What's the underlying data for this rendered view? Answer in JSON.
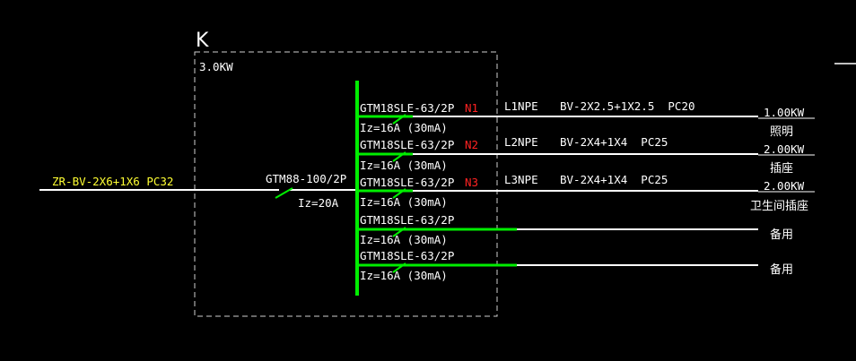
{
  "panel": {
    "id_label": "K",
    "power": "3.0KW"
  },
  "incoming": {
    "cable": "ZR-BV-2X6+1X6 PC32",
    "breaker": "GTM88-100/2P",
    "current": "Iz=20A"
  },
  "circuits": [
    {
      "breaker": "GTM18SLE-63/2P",
      "circuit_no": "N1",
      "setting": "Iz=16A (30mA)",
      "phase": "L1NPE",
      "cable": "BV-2X2.5+1X2.5  PC20",
      "load": "1.00KW",
      "use": "照明"
    },
    {
      "breaker": "GTM18SLE-63/2P",
      "circuit_no": "N2",
      "setting": "Iz=16A (30mA)",
      "phase": "L2NPE",
      "cable": "BV-2X4+1X4  PC25",
      "load": "2.00KW",
      "use": "插座"
    },
    {
      "breaker": "GTM18SLE-63/2P",
      "circuit_no": "N3",
      "setting": "Iz=16A (30mA)",
      "phase": "L3NPE",
      "cable": "BV-2X4+1X4  PC25",
      "load": "2.00KW",
      "use": "卫生间插座"
    },
    {
      "breaker": "GTM18SLE-63/2P",
      "circuit_no": "",
      "setting": "Iz=16A (30mA)",
      "phase": "",
      "cable": "",
      "load": "",
      "use": "备用"
    },
    {
      "breaker": "GTM18SLE-63/2P",
      "circuit_no": "",
      "setting": "Iz=16A (30mA)",
      "phase": "",
      "cable": "",
      "load": "",
      "use": "备用"
    }
  ],
  "colors": {
    "background": "#000000",
    "line": "#ffffff",
    "busbar": "#00ee00",
    "circuit_no": "#ff2222",
    "incoming_cable": "#ffff33",
    "frame": "#d0d0d0"
  }
}
